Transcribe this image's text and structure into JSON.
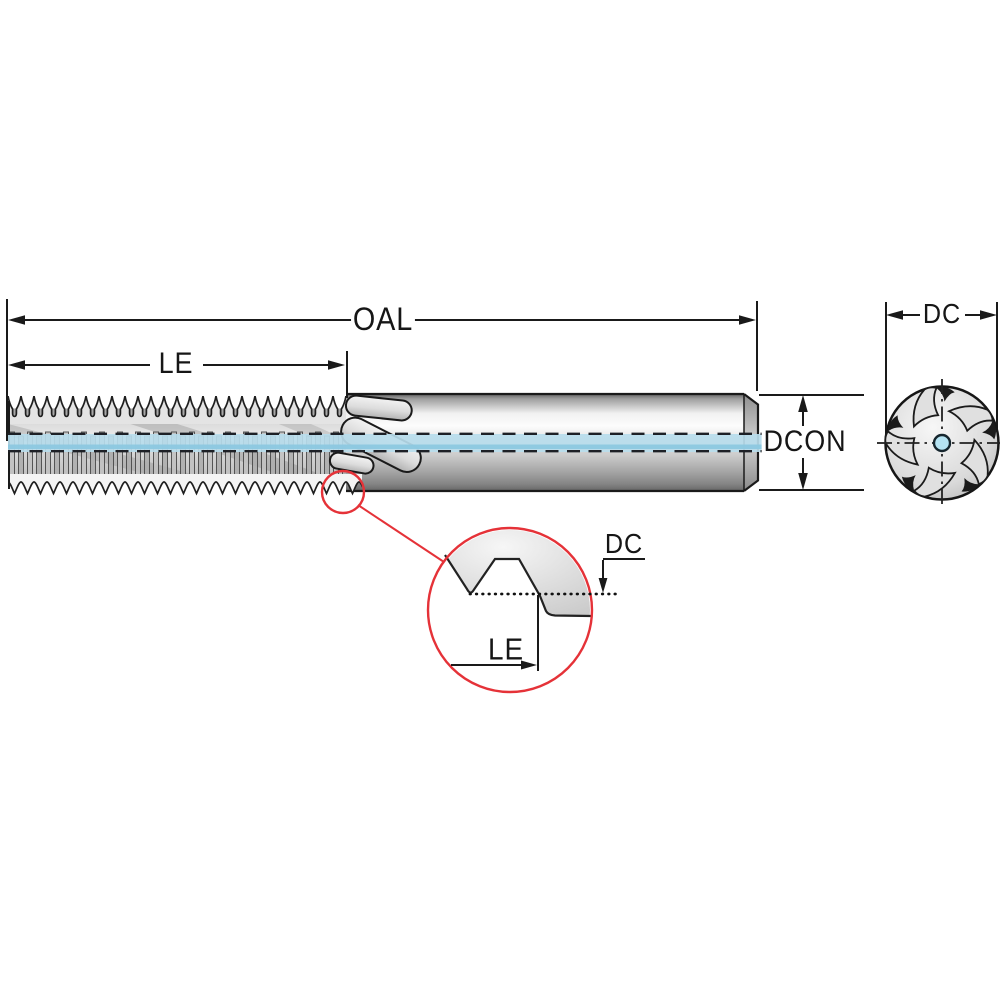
{
  "figure": {
    "side_view": {
      "oal_label": "OAL",
      "le_label": "LE",
      "dcon_label": "DCON"
    },
    "end_view": {
      "dc_label": "DC"
    },
    "detail_view": {
      "dc_label": "DC",
      "le_label": "LE"
    },
    "colors": {
      "line": "#1a1a1a",
      "centerline_highlight_blue": "#b7dcec",
      "centerline_core_blue": "#8cc8e0",
      "detail_callout_red": "#e53238",
      "center_hole_blue": "#b5e3f2"
    }
  }
}
